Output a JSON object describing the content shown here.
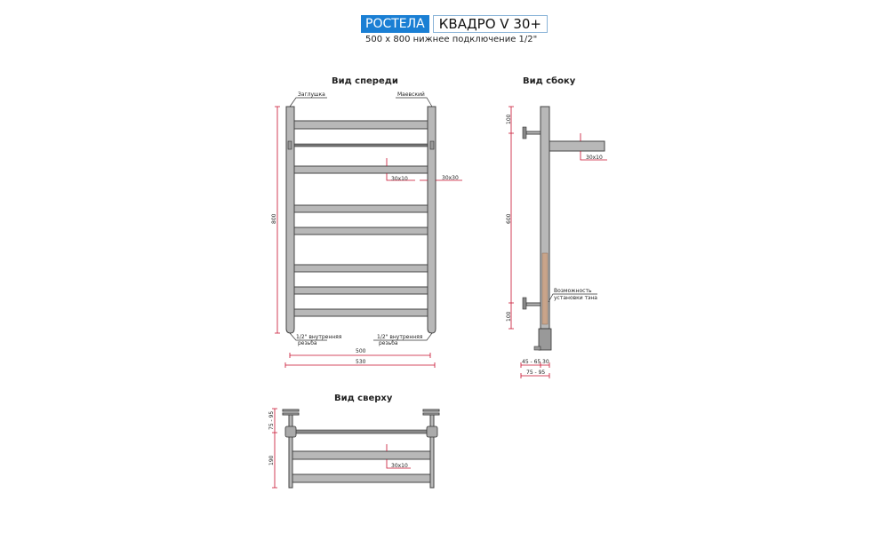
{
  "header": {
    "brand": "РОСТЕЛА",
    "model": "КВАДРО V 30+",
    "subtitle": "500 x 800 нижнее подключение 1/2\""
  },
  "front_view": {
    "title": "Вид спереди",
    "plug_label": "Заглушка",
    "valve_label": "Маевский",
    "bar_size": "30x10",
    "post_size": "30x30",
    "height": "800",
    "thread_left": [
      "1/2\" внутренняя",
      "резьба"
    ],
    "thread_right": [
      "1/2\" внутренняя",
      "резьба"
    ],
    "width_inner": "500",
    "width_outer": "530"
  },
  "side_view": {
    "title": "Вид сбоку",
    "top_offset": "100",
    "middle": "600",
    "bottom_offset": "100",
    "shelf_size": "30x10",
    "heater_note": [
      "Возможность",
      "установки тэна"
    ],
    "wall_gap": "45 - 65",
    "post": "30",
    "depth": "75 - 95"
  },
  "top_view": {
    "title": "Вид сверху",
    "wall_gap": "75 - 95",
    "depth": "190",
    "bar_size": "30x10"
  },
  "colors": {
    "brand": "#1a7fd4",
    "dimension": "#c8102e",
    "metal": "#b8b8b8"
  }
}
